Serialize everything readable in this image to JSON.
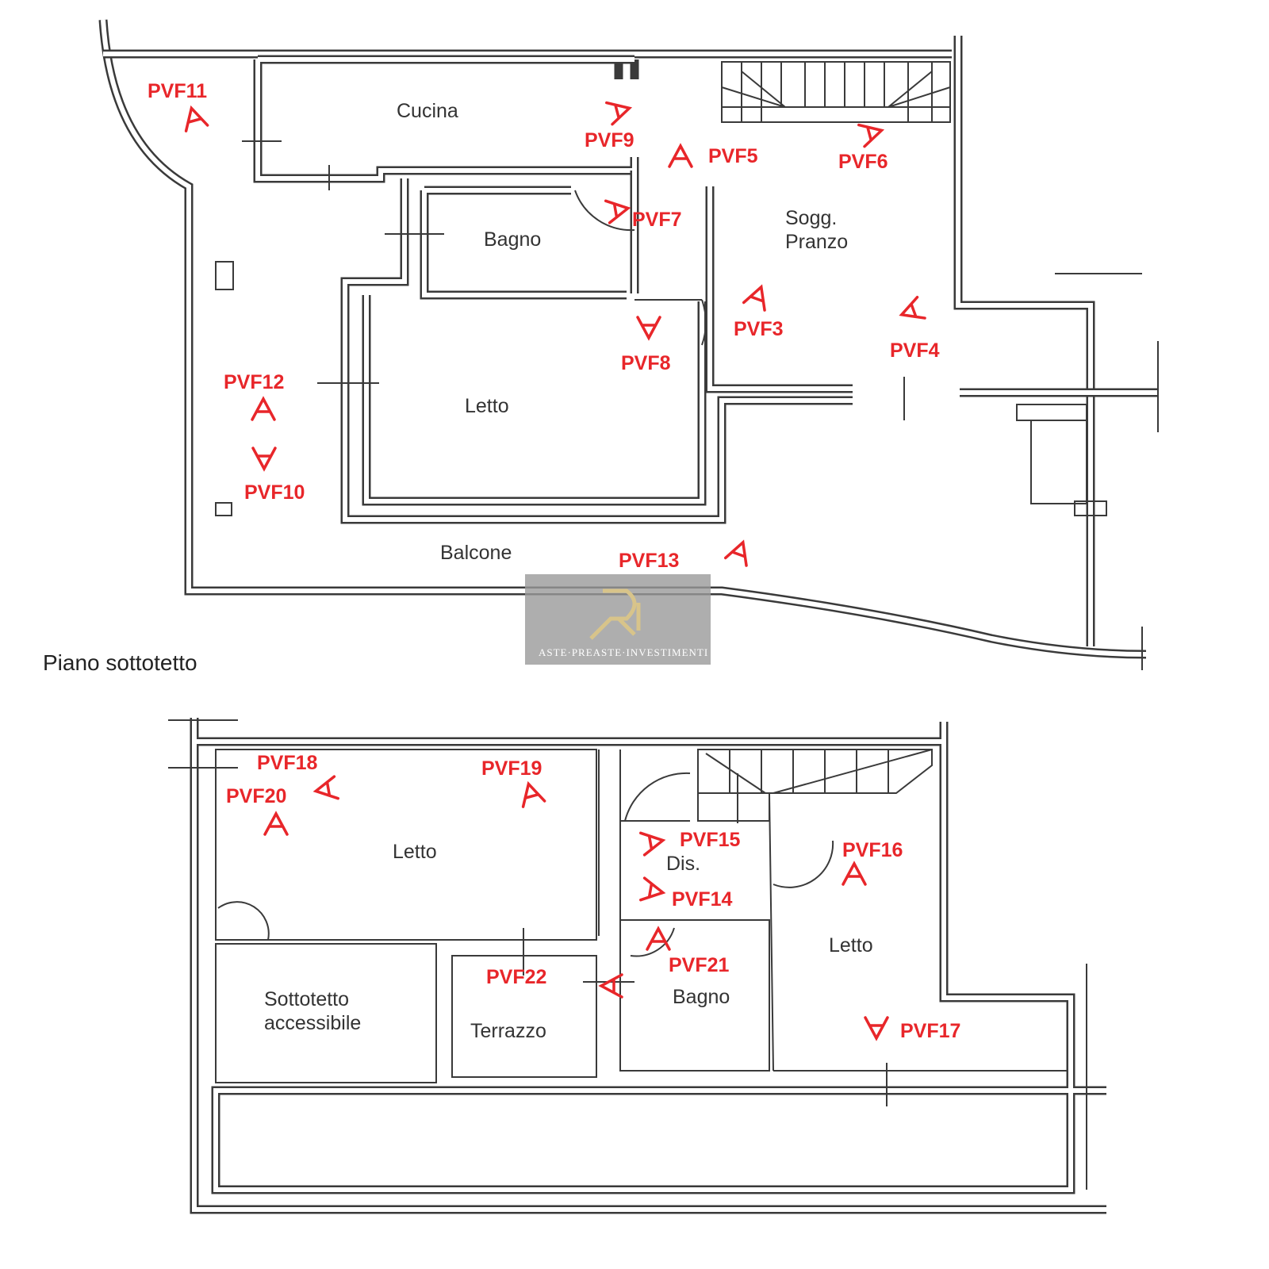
{
  "floors": [
    {
      "rooms": {
        "cucina": "Cucina",
        "bagno": "Bagno",
        "sogg1": "Sogg.",
        "sogg2": "Pranzo",
        "letto": "Letto",
        "balcone": "Balcone"
      },
      "markers": {
        "pvf11": "PVF11",
        "pvf9": "PVF9",
        "pvf5": "PVF5",
        "pvf6": "PVF6",
        "pvf7": "PVF7",
        "pvf3": "PVF3",
        "pvf4": "PVF4",
        "pvf8": "PVF8",
        "pvf12": "PVF12",
        "pvf10": "PVF10",
        "pvf13": "PVF13"
      }
    },
    {
      "title": "Piano sottotetto",
      "rooms": {
        "letto1": "Letto",
        "dis": "Dis.",
        "letto2": "Letto",
        "sott1": "Sottotetto",
        "sott2": "accessibile",
        "terrazzo": "Terrazzo",
        "bagno": "Bagno"
      },
      "markers": {
        "pvf18": "PVF18",
        "pvf19": "PVF19",
        "pvf20": "PVF20",
        "pvf15": "PVF15",
        "pvf16": "PVF16",
        "pvf14": "PVF14",
        "pvf21": "PVF21",
        "pvf22": "PVF22",
        "pvf17": "PVF17"
      }
    }
  ],
  "watermark": {
    "text": "ASTE·PREASTE·INVESTIMENTI",
    "logo": "RI"
  },
  "colors": {
    "marker": "#e8262a",
    "wall": "#3a3a3a"
  }
}
